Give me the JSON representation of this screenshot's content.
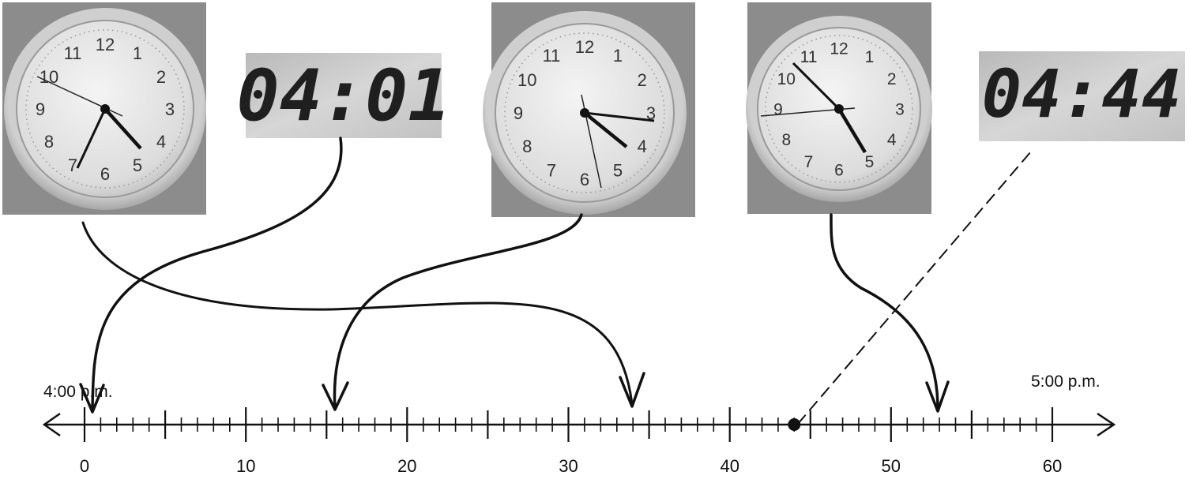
{
  "number_line": {
    "start_label": "4:00 p.m.",
    "end_label": "5:00 p.m.",
    "tick_labels": [
      "0",
      "10",
      "20",
      "30",
      "40",
      "50",
      "60"
    ],
    "range": [
      0,
      60
    ],
    "marked_point": 44
  },
  "digital_clocks": [
    {
      "time": "04:01",
      "points_to_minute": 1
    },
    {
      "time": "04:44",
      "points_to_minute": 44
    }
  ],
  "analog_clocks": [
    {
      "dial_numbers": [
        "12",
        "1",
        "2",
        "3",
        "4",
        "5",
        "6",
        "7",
        "8",
        "9",
        "10",
        "11"
      ],
      "points_to_minute": 34
    },
    {
      "dial_numbers": [
        "12",
        "1",
        "2",
        "3",
        "4",
        "5",
        "6",
        "7",
        "8",
        "9",
        "10",
        "11"
      ],
      "points_to_minute": 16
    },
    {
      "dial_numbers": [
        "12",
        "1",
        "2",
        "3",
        "4",
        "5",
        "6",
        "7",
        "8",
        "9",
        "10",
        "11"
      ],
      "points_to_minute": 53
    }
  ],
  "colors": {
    "ink": "#111111",
    "photo_background": "#8c8c8c",
    "lcd_background": "#c9c9c9"
  }
}
